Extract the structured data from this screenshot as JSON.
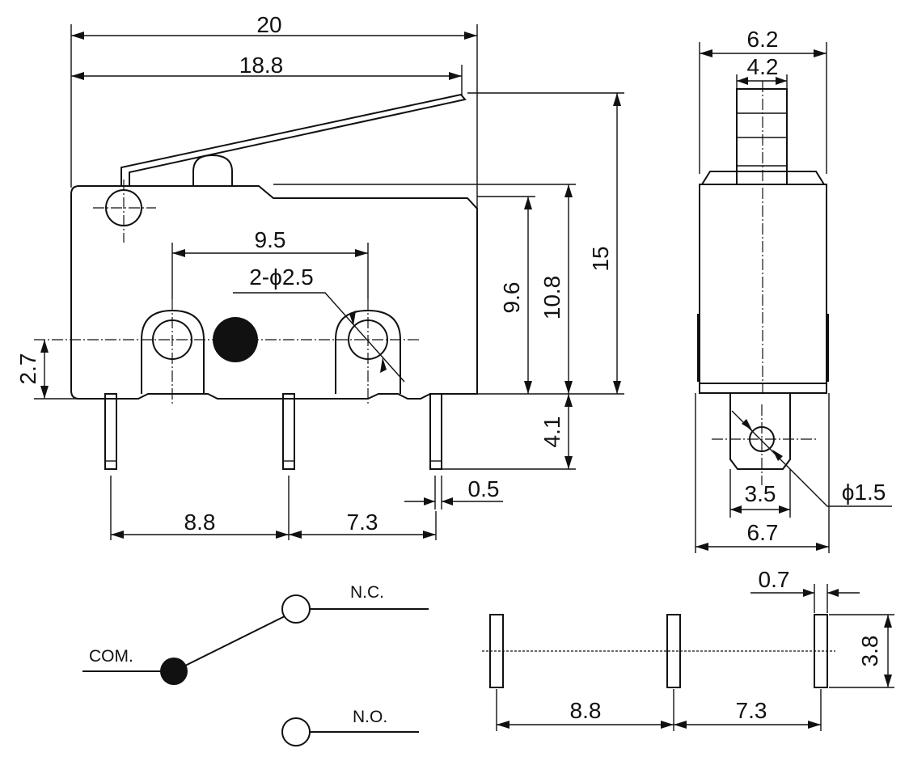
{
  "front_view": {
    "overall_width": "20",
    "lever_length": "18.8",
    "hole_spacing": "9.5",
    "hole_callout": "2-ϕ2.5",
    "body_height": "9.6",
    "body_height_with_step": "10.8",
    "total_height": "15",
    "hole_offset": "2.7",
    "terminal_length": "4.1",
    "terminal_thickness": "0.5",
    "terminal_pitch_1": "8.8",
    "terminal_pitch_2": "7.3"
  },
  "side_view": {
    "overall_width": "6.2",
    "plunger_width": "4.2",
    "terminal_width": "3.5",
    "base_width": "6.7",
    "terminal_hole": "ϕ1.5"
  },
  "schematic": {
    "common_label": "COM.",
    "nc_label": "N.C.",
    "no_label": "N.O."
  },
  "pcb_layout": {
    "pad_width": "0.7",
    "pad_length": "3.8",
    "pitch_1": "8.8",
    "pitch_2": "7.3"
  }
}
